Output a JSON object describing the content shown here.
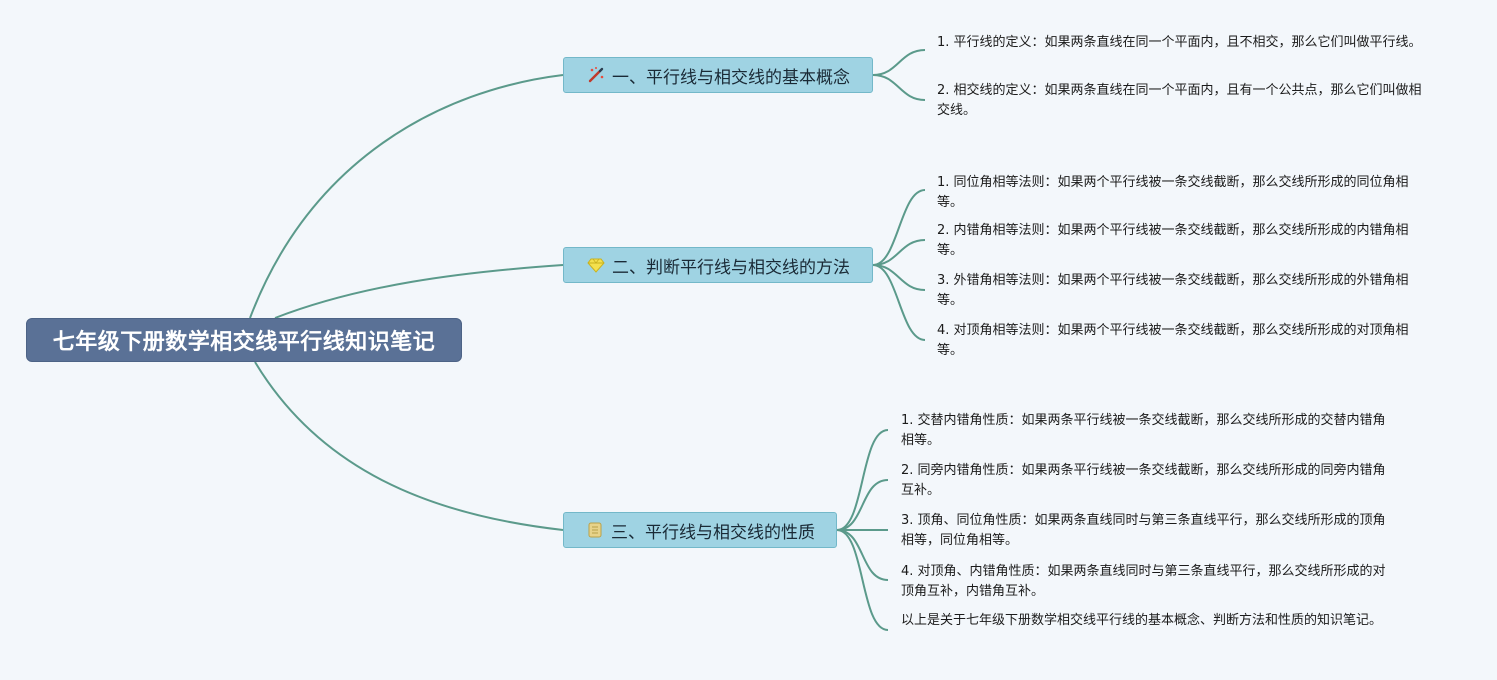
{
  "root": {
    "title": "七年级下册数学相交线平行线知识笔记"
  },
  "branches": [
    {
      "label": "一、平行线与相交线的基本概念",
      "icon": "magic-wand-icon",
      "items": [
        "1. 平行线的定义：如果两条直线在同一个平面内，且不相交，那么它们叫做平行线。",
        "2. 相交线的定义：如果两条直线在同一个平面内，且有一个公共点，那么它们叫做相交线。"
      ]
    },
    {
      "label": "二、判断平行线与相交线的方法",
      "icon": "diamond-icon",
      "items": [
        "1. 同位角相等法则：如果两个平行线被一条交线截断，那么交线所形成的同位角相等。",
        "2. 内错角相等法则：如果两个平行线被一条交线截断，那么交线所形成的内错角相等。",
        "3. 外错角相等法则：如果两个平行线被一条交线截断，那么交线所形成的外错角相等。",
        "4. 对顶角相等法则：如果两个平行线被一条交线截断，那么交线所形成的对顶角相等。"
      ]
    },
    {
      "label": "三、平行线与相交线的性质",
      "icon": "scroll-icon",
      "items": [
        "1. 交替内错角性质：如果两条平行线被一条交线截断，那么交线所形成的交替内错角相等。",
        "2. 同旁内错角性质：如果两条平行线被一条交线截断，那么交线所形成的同旁内错角互补。",
        "3. 顶角、同位角性质：如果两条直线同时与第三条直线平行，那么交线所形成的顶角相等，同位角相等。",
        "4. 对顶角、内错角性质：如果两条直线同时与第三条直线平行，那么交线所形成的对顶角互补，内错角互补。",
        "以上是关于七年级下册数学相交线平行线的基本概念、判断方法和性质的知识笔记。"
      ]
    }
  ],
  "colors": {
    "connector": "#5b9a8b",
    "root_bg": "#5a7196",
    "branch_bg": "#9fd3e3"
  }
}
